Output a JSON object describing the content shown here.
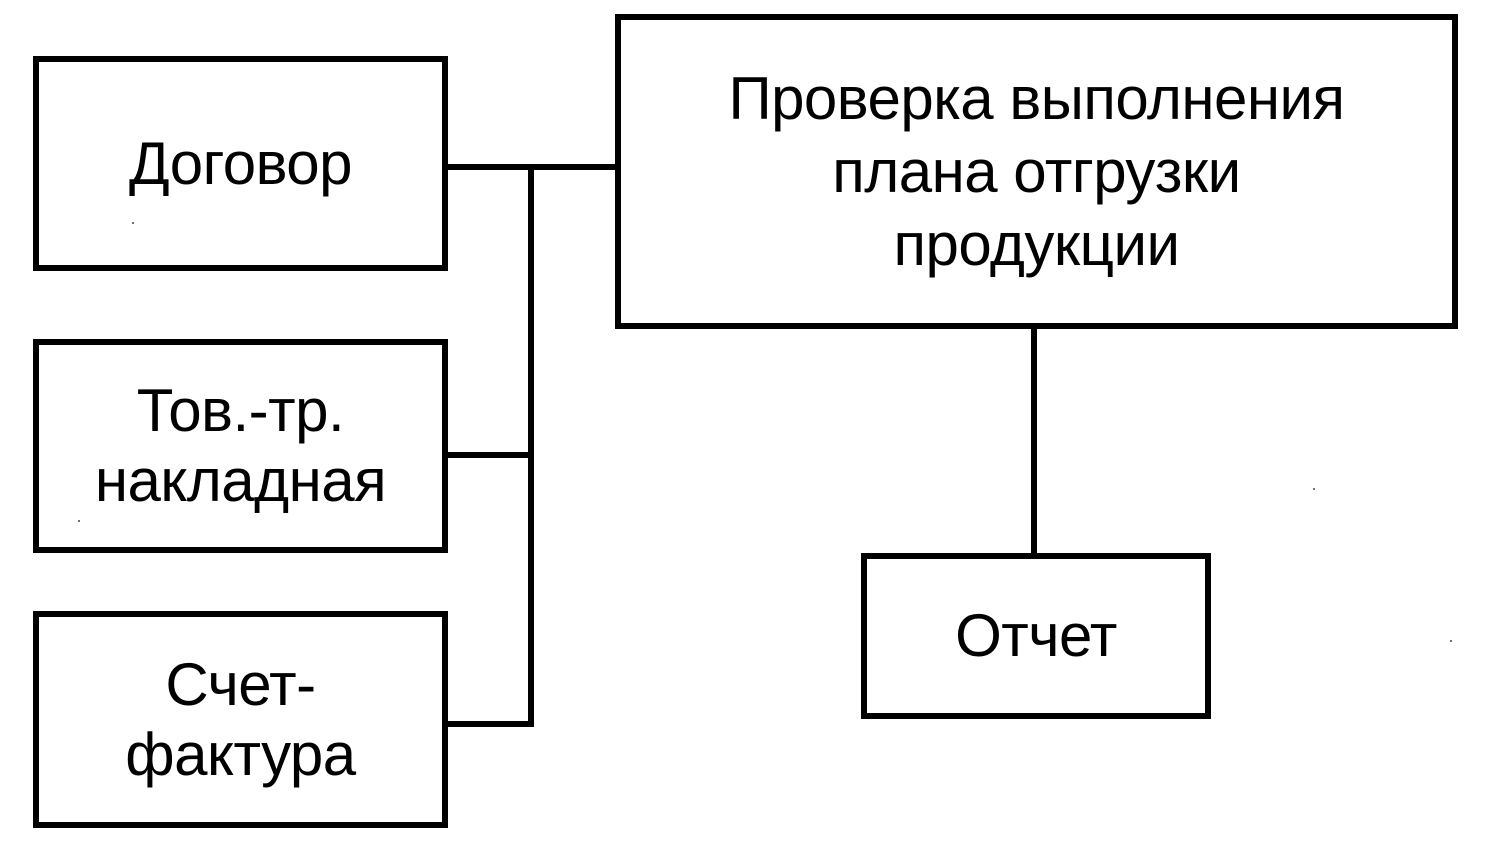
{
  "diagram": {
    "boxes": {
      "contract": {
        "label": "Договор"
      },
      "waybill": {
        "label": "Тов.-тр.\nнакладная"
      },
      "invoice": {
        "label": "Счет-\nфактура"
      },
      "check": {
        "label": "Проверка выполнения\nплана отгрузки\nпродукции"
      },
      "report": {
        "label": "Отчет"
      }
    },
    "connections": [
      {
        "from": "contract",
        "to": "check"
      },
      {
        "from": "waybill",
        "to": "check"
      },
      {
        "from": "invoice",
        "to": "check"
      },
      {
        "from": "check",
        "to": "report"
      }
    ],
    "colors": {
      "stroke": "#000000",
      "background": "#ffffff"
    }
  }
}
